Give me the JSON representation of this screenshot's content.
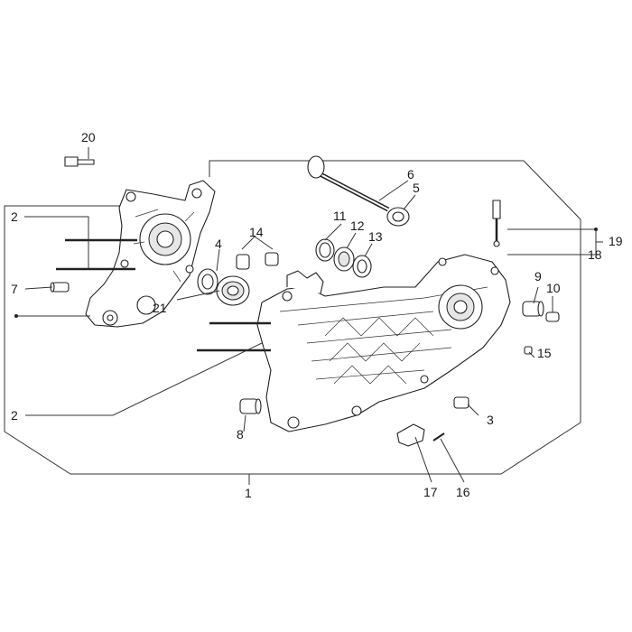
{
  "diagram": {
    "callouts": [
      {
        "id": "c20",
        "label": "20"
      },
      {
        "id": "c2a",
        "label": "2"
      },
      {
        "id": "c4",
        "label": "4"
      },
      {
        "id": "c14",
        "label": "14"
      },
      {
        "id": "c11",
        "label": "11"
      },
      {
        "id": "c12",
        "label": "12"
      },
      {
        "id": "c13",
        "label": "13"
      },
      {
        "id": "c6",
        "label": "6"
      },
      {
        "id": "c5",
        "label": "5"
      },
      {
        "id": "c19",
        "label": "19"
      },
      {
        "id": "c18",
        "label": "18"
      },
      {
        "id": "c7",
        "label": "7"
      },
      {
        "id": "c21",
        "label": "21"
      },
      {
        "id": "c9",
        "label": "9"
      },
      {
        "id": "c10",
        "label": "10"
      },
      {
        "id": "c15",
        "label": "15"
      },
      {
        "id": "c2b",
        "label": "2"
      },
      {
        "id": "c3",
        "label": "3"
      },
      {
        "id": "c8",
        "label": "8"
      },
      {
        "id": "c17",
        "label": "17"
      },
      {
        "id": "c16",
        "label": "16"
      },
      {
        "id": "c1",
        "label": "1"
      }
    ]
  }
}
